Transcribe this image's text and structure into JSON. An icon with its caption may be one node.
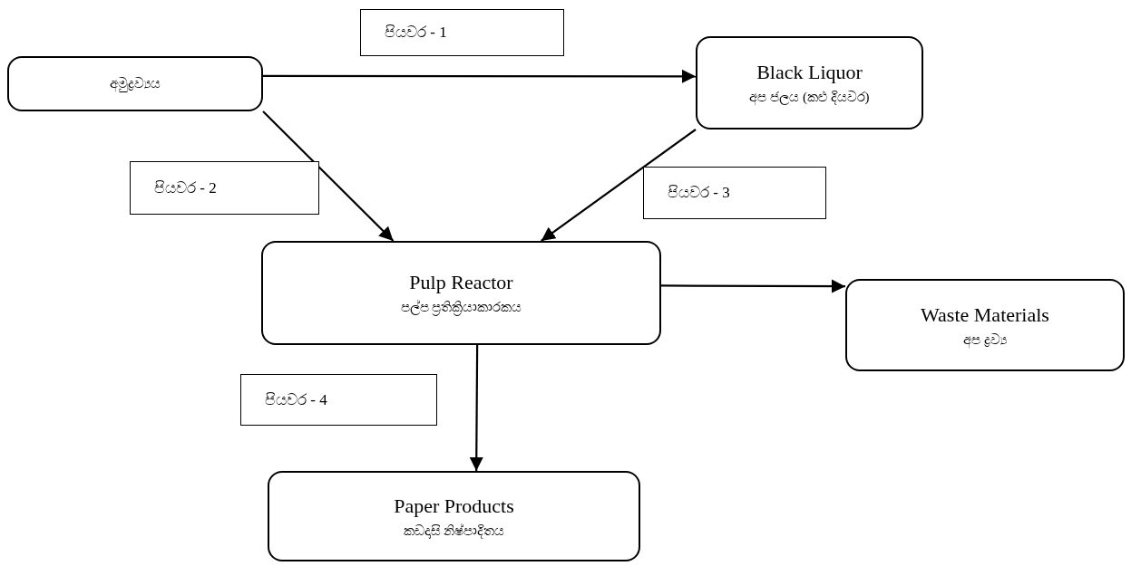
{
  "diagram": {
    "nodes": [
      {
        "text": [
          "අමුද්‍රව්‍යය"
        ]
      },
      {
        "text": [
          "Black Liquor",
          "අප ජලය (කළු දියවර)"
        ]
      },
      {
        "text": [
          "Pulp Reactor",
          "පල්ප ප්‍රතික්‍රියාකාරකය"
        ]
      },
      {
        "text": [
          "Waste Materials",
          "අප ද්‍රව්‍ය"
        ]
      },
      {
        "text": [
          "Paper Products",
          "කඩදාසි නිෂ්පාදිතය"
        ]
      },
      {
        "text": [
          "පියවර - 1"
        ]
      },
      {
        "text": [
          "පියවර - 2"
        ]
      },
      {
        "text": [
          "පියවර - 3"
        ]
      },
      {
        "text": [
          "පියවර - 4"
        ]
      }
    ],
    "edges": [
      {
        "from": 0,
        "to": 1,
        "arrow": "to"
      },
      {
        "from": 0,
        "to": 2,
        "arrow": "to"
      },
      {
        "from": 1,
        "to": 2,
        "arrow": "to"
      },
      {
        "from": 2,
        "to": 3,
        "arrow": "to"
      },
      {
        "from": 2,
        "to": 4,
        "arrow": "to"
      }
    ]
  }
}
